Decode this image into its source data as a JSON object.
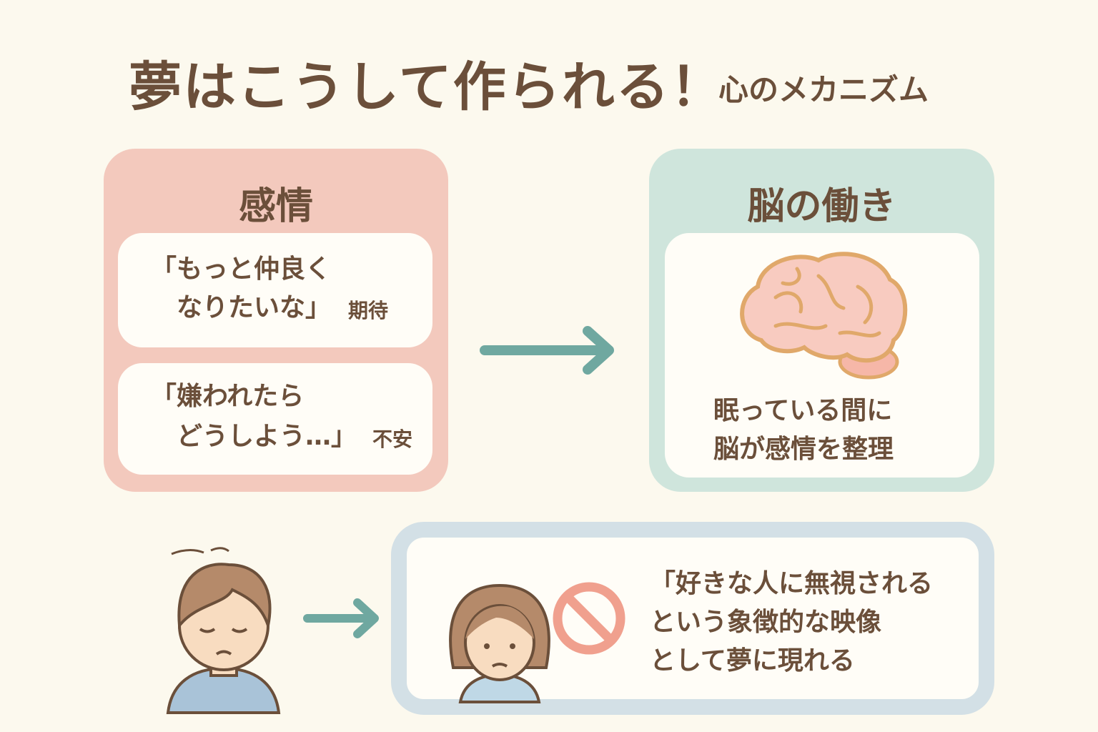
{
  "header": {
    "title": "夢はこうして作られる！",
    "subtitle": "心のメカニズム"
  },
  "emotion": {
    "heading": "感情",
    "cards": [
      {
        "line1": "「もっと仲良く",
        "line2": "　なりたいな」",
        "tag": "期待"
      },
      {
        "line1": "「嫌われたら",
        "line2": "　どうしよう…」",
        "tag": "不安"
      }
    ]
  },
  "brain": {
    "heading": "脳の働き",
    "line1": "眠っている間に",
    "line2": "脳が感情を整理"
  },
  "dream": {
    "line1": "「好きな人に無視される",
    "line2": "という象徴的な映像",
    "line3": "として夢に現れる"
  },
  "colors": {
    "text": "#6b4f3a",
    "emotion": "#f3c9bd",
    "brain": "#cfe5dc",
    "dream": "#d3e0e6",
    "arrow": "#6fa8a0",
    "no": "#f0a08e"
  }
}
